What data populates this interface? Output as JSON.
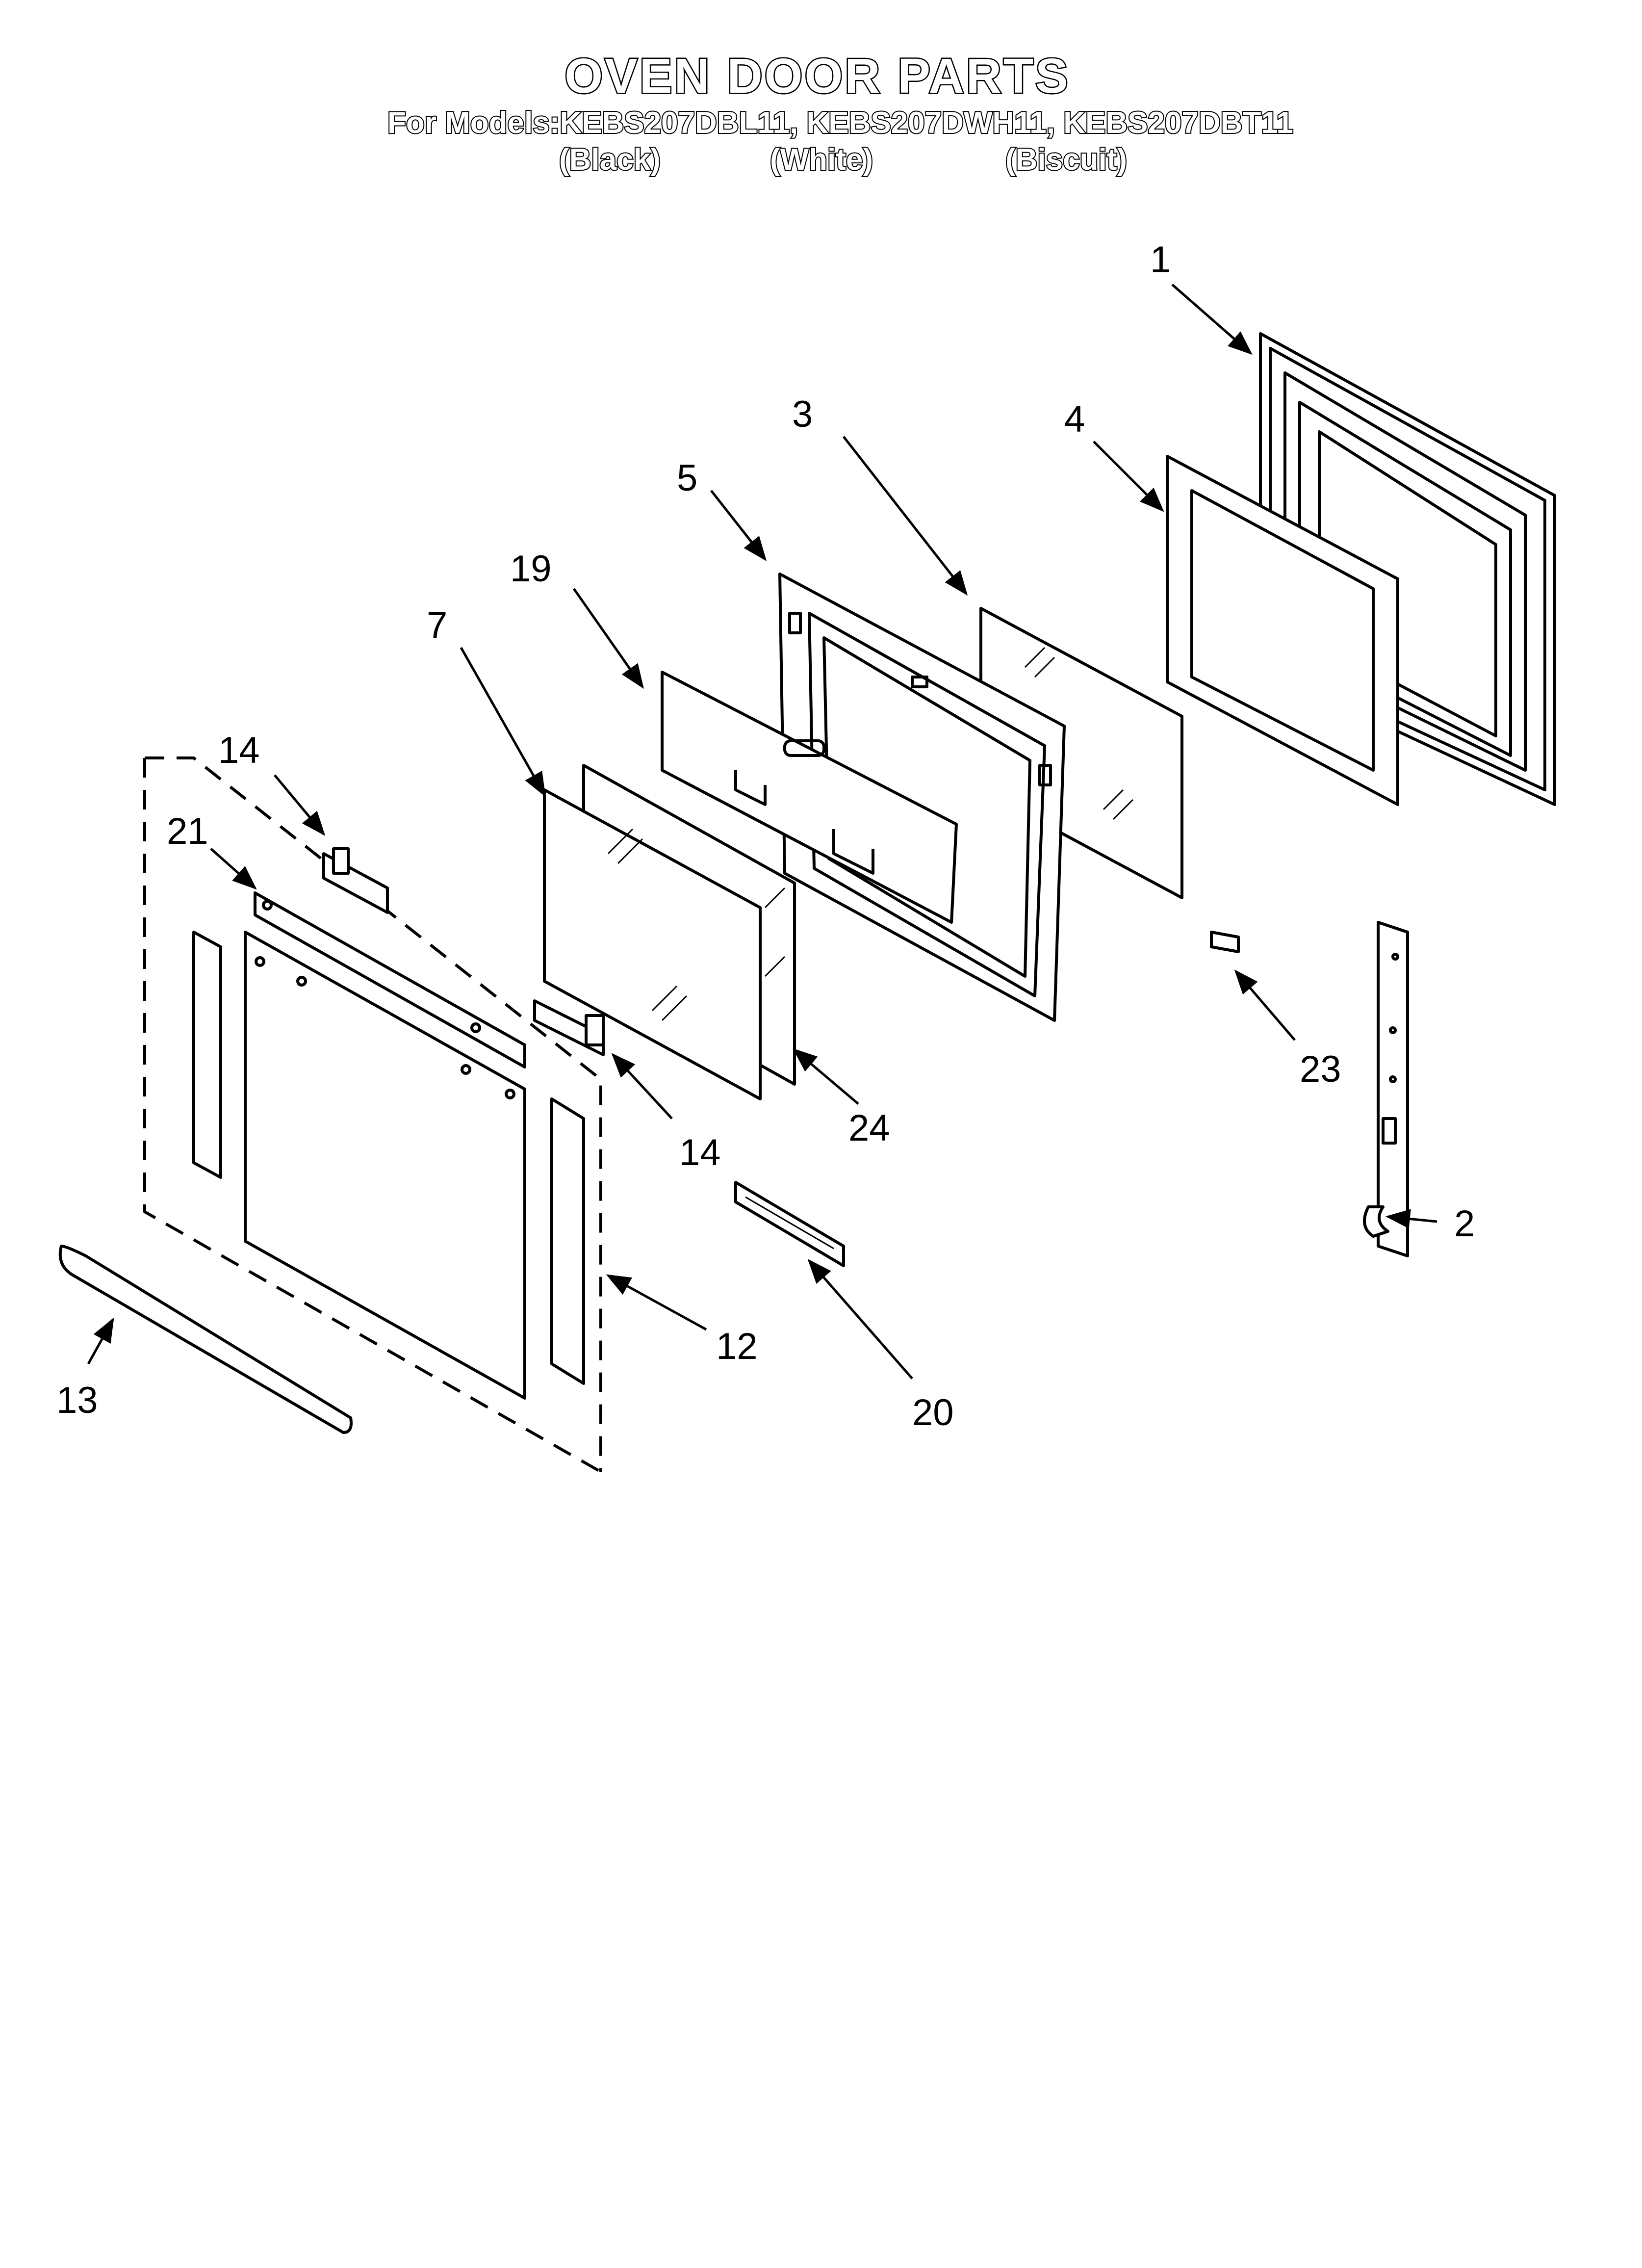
{
  "title": "OVEN DOOR PARTS",
  "models_line": "For Models:KEBS207DBL11, KEBS207DWH11, KEBS207DBT11",
  "variants": [
    "(Black)",
    "(White)",
    "(Biscuit)"
  ],
  "callouts": {
    "c1": "1",
    "c2": "2",
    "c3": "3",
    "c4": "4",
    "c5": "5",
    "c7": "7",
    "c12": "12",
    "c13": "13",
    "c14a": "14",
    "c14b": "14",
    "c19": "19",
    "c20": "20",
    "c21": "21",
    "c23": "23",
    "c24": "24"
  }
}
